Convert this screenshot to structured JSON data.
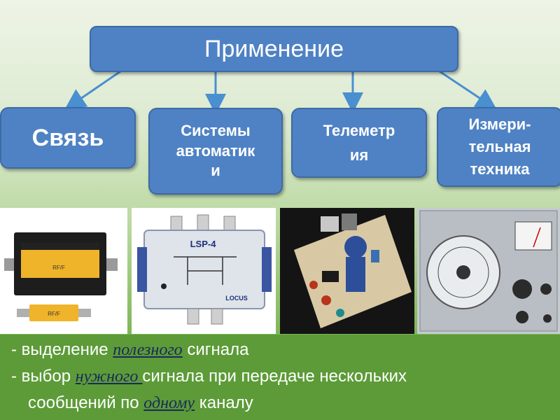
{
  "title": "Применение",
  "categories": [
    {
      "label": "Связь"
    },
    {
      "label": "Системы\nавтоматик\nи"
    },
    {
      "label": "Телеметр\nия"
    },
    {
      "label": "Измери-\nтельная\nтехника"
    }
  ],
  "photo_texts": {
    "lsp_label": "LSP-4",
    "locus_label": "LOCUS",
    "rf_label": "RF/F"
  },
  "bullets": [
    {
      "prefix": "-  выделение ",
      "underlined": "полезного",
      "suffix": " сигнала"
    },
    {
      "prefix": "-  выбор ",
      "underlined": "нужного   ",
      "suffix": " сигнала при передаче нескольких"
    },
    {
      "prefix": "сообщений по ",
      "underlined": "одному",
      "suffix": " каналу"
    }
  ],
  "colors": {
    "box_blue": "#4f82c4",
    "green_background": "#5c9b38",
    "underline_text": "#1a2a5c"
  }
}
